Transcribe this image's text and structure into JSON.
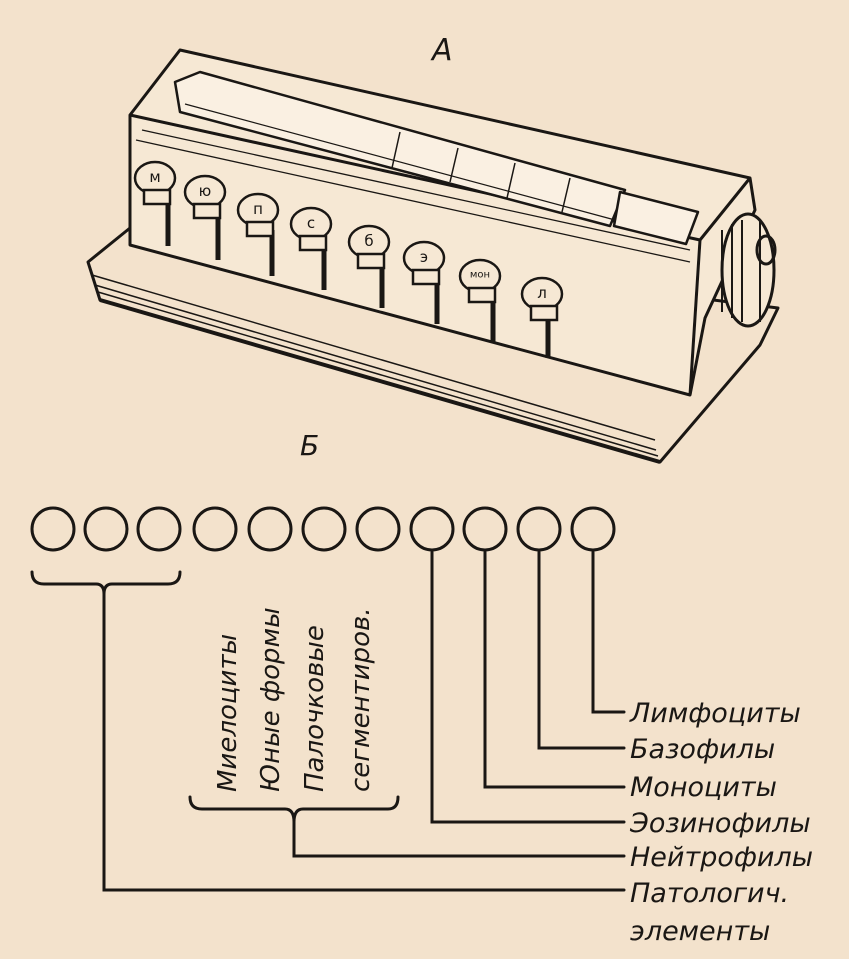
{
  "labels": {
    "part_a": "А",
    "part_b": "Б"
  },
  "device": {
    "keys": [
      "м",
      "ю",
      "п",
      "с",
      "б",
      "э",
      "мон",
      "л"
    ]
  },
  "diagram": {
    "neutrophil_subtypes": [
      "Миелоциты",
      "Юные формы",
      "Палочковые",
      "сегментиров."
    ],
    "right_labels": [
      "Лимфоциты",
      "Базофилы",
      "Моноциты",
      "Эозинофилы",
      "Нейтрофилы",
      "Патологич.",
      "элементы"
    ]
  },
  "colors": {
    "paper": "#f3e2cc",
    "ink": "#1a1714"
  }
}
